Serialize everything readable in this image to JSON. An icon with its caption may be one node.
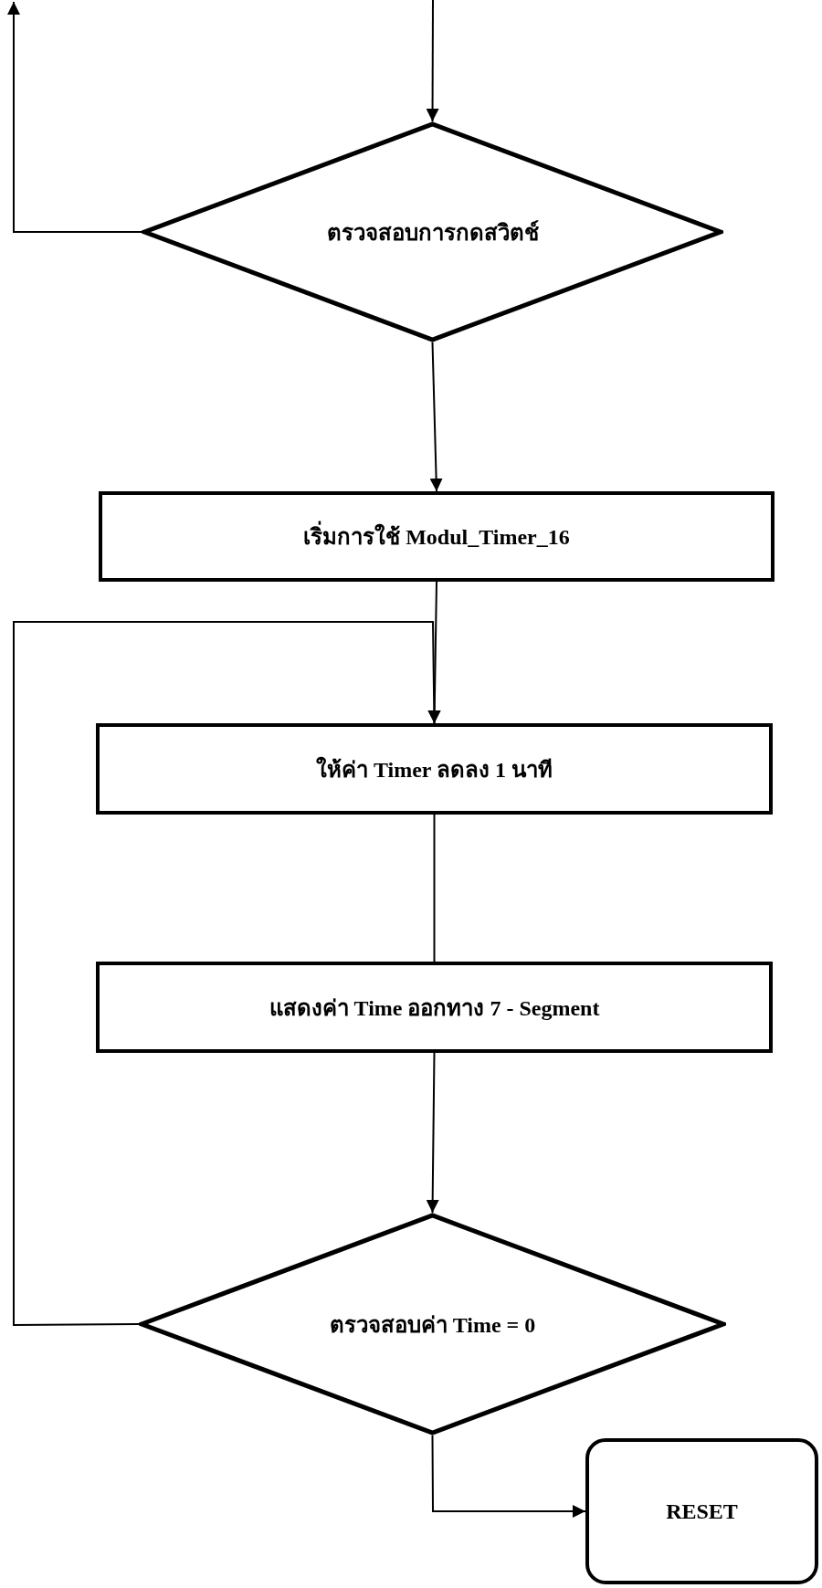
{
  "diagram": {
    "nodes": [
      {
        "text": [
          "ตรวจสอบการกดสวิตช์"
        ]
      },
      {
        "text": [
          "เริ่มการใช้ Modul_Timer_16"
        ]
      },
      {
        "text": [
          "ให้ค่า Timer ลดลง 1 นาที"
        ]
      },
      {
        "text": [
          "แสดงค่า Time ออกทาง 7 - Segment"
        ]
      },
      {
        "text": [
          "ตรวจสอบค่า Time = 0"
        ]
      },
      {
        "text": [
          "RESET"
        ]
      }
    ],
    "edges": [
      {
        "from": null,
        "to": 0,
        "arrow": "to"
      },
      {
        "from": 0,
        "to": null,
        "arrow": "to"
      },
      {
        "from": 0,
        "to": 1,
        "arrow": "to"
      },
      {
        "from": 1,
        "to": 2,
        "arrow": "to"
      },
      {
        "from": 2,
        "to": 3,
        "arrow": "none"
      },
      {
        "from": 3,
        "to": 4,
        "arrow": "to"
      },
      {
        "from": 4,
        "to": 2,
        "arrow": "to"
      },
      {
        "from": 4,
        "to": 5,
        "arrow": "to"
      }
    ]
  }
}
